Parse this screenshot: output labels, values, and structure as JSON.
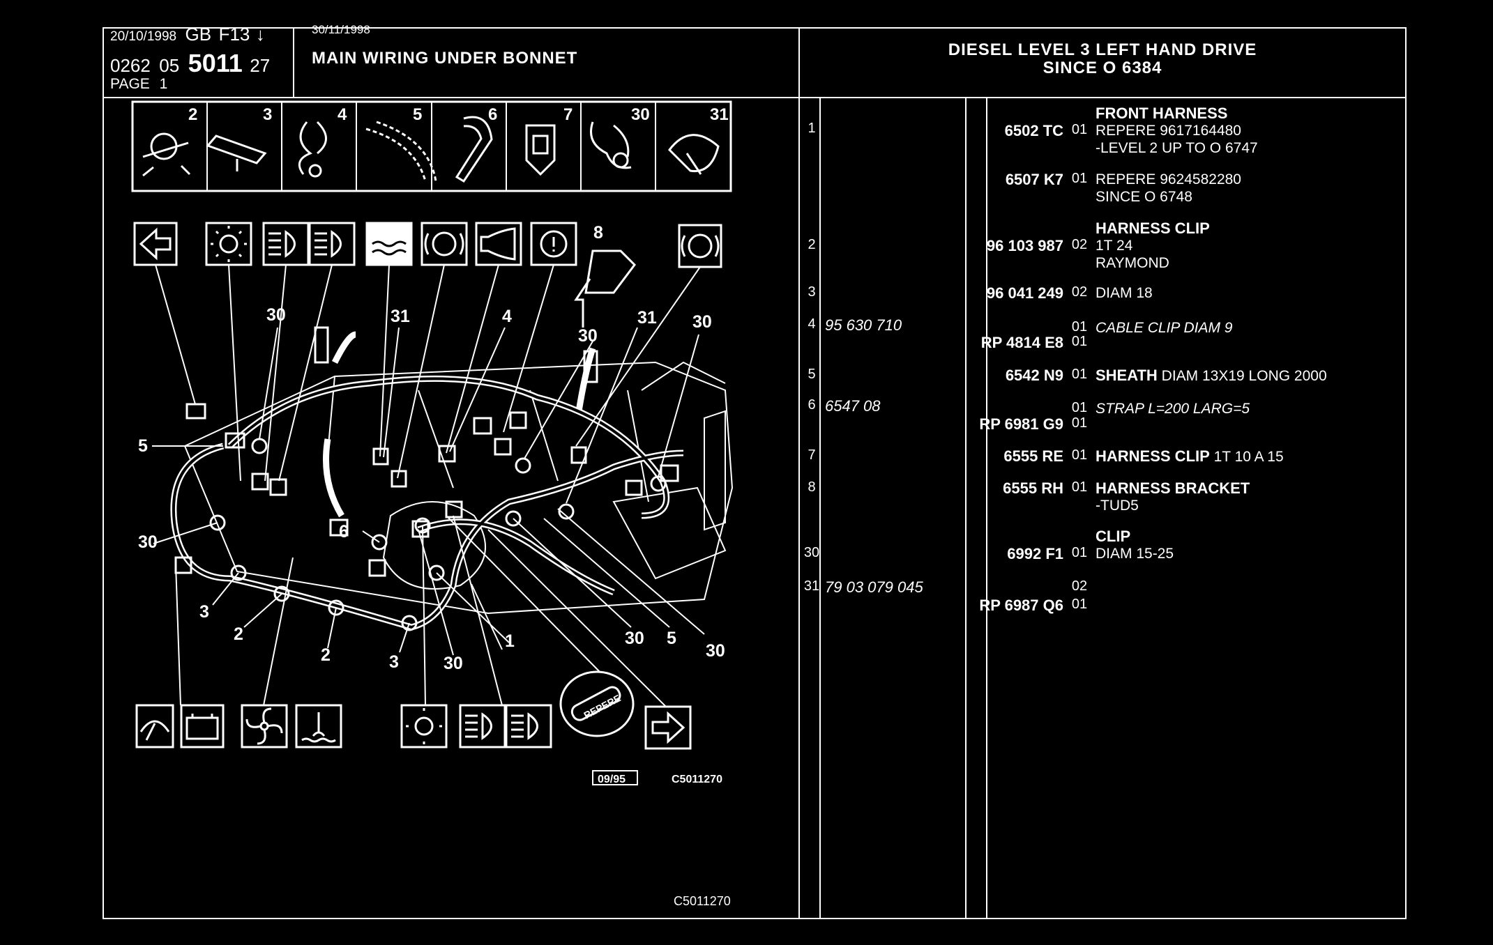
{
  "header": {
    "date_left": "20/10/1998",
    "region": "GB",
    "code": "F13",
    "arrow": "↓",
    "ref_a": "0262",
    "ref_b": "05",
    "ref_main": "5011",
    "ref_c": "27",
    "page_label": "PAGE",
    "page_num": "1",
    "date_mid": "30/11/1998",
    "title": "MAIN WIRING UNDER BONNET",
    "right_title_1": "DIESEL LEVEL 3 LEFT HAND DRIVE",
    "right_title_2": "SINCE O  6384"
  },
  "diagram": {
    "clip_numbers": [
      "2",
      "3",
      "4",
      "5",
      "6",
      "7",
      "30",
      "31"
    ],
    "callouts": [
      "30",
      "31",
      "4",
      "30",
      "31",
      "30",
      "8",
      "5",
      "30",
      "6",
      "3",
      "2",
      "2",
      "3",
      "30",
      "1",
      "30",
      "5",
      "30"
    ],
    "repere_label": "REPERE",
    "date_box": "09/95",
    "fig_code": "C5011270",
    "bottom_code": "C5011270",
    "icons_top": [
      "arrow-left-icon",
      "lamp-icon",
      "headlamp-icon",
      "headlamp-icon",
      "coolant-level-icon",
      "brake-disc-icon",
      "horn-icon",
      "warning-icon",
      "brake-wear-icon"
    ],
    "icons_bottom": [
      "wiper-icon",
      "battery-icon",
      "fan-icon",
      "temperature-icon",
      "lamp-icon",
      "headlamp-icon",
      "headlamp-icon",
      "repere-badge",
      "arrow-right-icon"
    ]
  },
  "parts": [
    {
      "item": "1",
      "lines": [
        {
          "ref": "6502 TC",
          "qty": "01",
          "desc": [
            {
              "t": "FRONT HARNESS",
              "b": true
            },
            {
              "t": "REPERE  9617164480"
            },
            {
              "t": "-LEVEL 2 UP TO O 6747"
            }
          ]
        },
        {
          "ref": "6507 K7",
          "qty": "01",
          "desc": [
            {
              "t": "REPERE  9624582280"
            },
            {
              "t": "SINCE O 6748"
            }
          ]
        }
      ]
    },
    {
      "item": "2",
      "lines": [
        {
          "ref": "96 103 987",
          "qty": "02",
          "desc": [
            {
              "t": "HARNESS CLIP",
              "b": true
            },
            {
              "t": "1T 24"
            },
            {
              "t": "RAYMOND"
            }
          ]
        }
      ]
    },
    {
      "item": "3",
      "lines": [
        {
          "ref": "96 041 249",
          "qty": "02",
          "desc": [
            {
              "t": "DIAM 18"
            }
          ]
        }
      ]
    },
    {
      "item": "4",
      "lines": [
        {
          "ref_it": "95 630 710",
          "qty": "01",
          "desc": [
            {
              "t": "CABLE CLIP DIAM 9",
              "i": true
            }
          ]
        },
        {
          "ref": "RP  4814 E8",
          "qty": "01"
        }
      ]
    },
    {
      "item": "5",
      "lines": [
        {
          "ref": "6542 N9",
          "qty": "01",
          "desc": [
            {
              "t": "SHEATH",
              "b": true,
              "rest": " DIAM 13X19 LONG 2000"
            }
          ]
        }
      ]
    },
    {
      "item": "6",
      "lines": [
        {
          "ref_it": "6547 08",
          "qty": "01",
          "desc": [
            {
              "t": "STRAP L=200 LARG=5",
              "i": true
            }
          ]
        },
        {
          "ref": "RP  6981 G9",
          "qty": "01"
        }
      ]
    },
    {
      "item": "7",
      "lines": [
        {
          "ref": "6555 RE",
          "qty": "01",
          "desc": [
            {
              "t": "HARNESS CLIP",
              "b": true,
              "rest": " 1T 10 A 15"
            }
          ]
        }
      ]
    },
    {
      "item": "8",
      "lines": [
        {
          "ref": "6555 RH",
          "qty": "01",
          "desc": [
            {
              "t": "HARNESS BRACKET",
              "b": true
            },
            {
              "t": "-TUD5"
            }
          ]
        }
      ]
    },
    {
      "item": "30",
      "lines": [
        {
          "ref": "6992 F1",
          "qty": "01",
          "desc": [
            {
              "t": "CLIP",
              "b": true,
              "pre": true
            },
            {
              "t": "DIAM 15-25"
            }
          ]
        }
      ]
    },
    {
      "item": "31",
      "lines": [
        {
          "ref_it": "79 03 079 045",
          "qty": "02"
        },
        {
          "ref": "RP  6987 Q6",
          "qty": "01"
        }
      ]
    }
  ]
}
